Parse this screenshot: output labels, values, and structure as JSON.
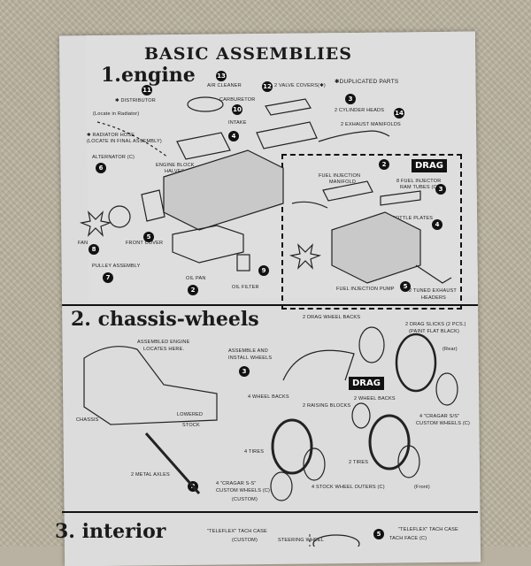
{
  "header": {
    "title": "BASIC ASSEMBLIES",
    "duplicated_note": "✱DUPLICATED PARTS"
  },
  "sections": {
    "engine": {
      "title": "1.engine"
    },
    "chassis": {
      "title": "2. chassis-wheels"
    },
    "interior": {
      "title": "3. interior"
    }
  },
  "engine": {
    "labels": {
      "air_cleaner": "AIR CLEANER",
      "valve_covers": "2 VALVE COVERS(✱)",
      "distributor": "✱ DISTRIBUTOR",
      "carburetor": "CARBURETOR",
      "cylinder_heads": "2 CYLINDER HEADS",
      "locate_in_radiator": "(Locate in Radiator)",
      "intake_manifold": "INTAKE",
      "exhaust_manifolds": "2 EXHAUST MANIFOLDS",
      "radiator_hose": "✱ RADIATOR HOSE",
      "radiator_hose_sub": "(LOCATE IN FINAL ASSEMBLY)",
      "alternator": "ALTERNATOR (C)",
      "engine_block": "ENGINE BLOCK",
      "engine_block_sub": "HALVES",
      "fan": "FAN",
      "front_cover": "FRONT COVER",
      "pulley_assembly": "PULLEY ASSEMBLY",
      "oil_pan": "OIL PAN",
      "oil_filter": "OIL FILTER"
    }
  },
  "drag": {
    "badge": "DRAG",
    "labels": {
      "fuel_injection_manifold": "FUEL INJECTION",
      "fuel_injection_manifold_sub": "MANIFOLD",
      "fuel_injector_tubes": "8 FUEL INJECTOR",
      "fuel_injector_tubes_sub": "RAM TUBES (C)",
      "throttle_plates": "2 THROTTLE PLATES",
      "fuel_injection_pump": "FUEL INJECTION PUMP",
      "tuned_exhaust": "2 TUNED EXHAUST",
      "tuned_exhaust_sub": "HEADERS"
    }
  },
  "chassis": {
    "labels": {
      "drag_wheel_backs": "2 DRAG WHEEL BACKS",
      "drag_slicks": "2 DRAG SLICKS (2 PCS.)",
      "drag_slicks_sub": "(PAINT FLAT BLACK)",
      "assembled_engine": "ASSEMBLED ENGINE",
      "assembled_engine_sub": "LOCATES HERE.",
      "assemble_wheels": "ASSEMBLE AND",
      "assemble_wheels_sub": "INSTALL WHEELS",
      "rear": "(Rear)",
      "wheel_backs": "4 WHEEL BACKS",
      "raising_blocks": "2 RAISING BLOCKS",
      "wheel_backs_2": "2 WHEEL BACKS",
      "lowered": "LOWERED",
      "stock": "STOCK",
      "chassis": "CHASSIS",
      "cragar_ss": "4 \"CRAGAR S/S\"",
      "custom_wheels": "CUSTOM WHEELS (C)",
      "tires": "4 TIRES",
      "tires_2": "2 TIRES",
      "metal_axles": "2 METAL AXLES",
      "cragar_ss_2": "4 \"CRAGAR S-S\"",
      "custom_wheels_2": "CUSTOM WHEELS (C)",
      "custom": "(CUSTOM)",
      "stock_wheel_outers": "4 STOCK WHEEL OUTERS (C)",
      "front": "(Front)"
    }
  },
  "interior": {
    "labels": {
      "teleflex_tach_case": "\"TELEFLEX\" TACH CASE",
      "custom": "(CUSTOM)",
      "steering_wheel": "STEERING WHEEL",
      "teleflex_tach_case_2": "\"TELEFLEX\" TACH CASE",
      "tach_face": "TACH FACE (C)"
    }
  },
  "callouts": {
    "n13": "13",
    "n12": "12",
    "n11": "11",
    "n10": "10",
    "n3a": "3",
    "n14": "14",
    "n4a": "4",
    "n6": "6",
    "n2a": "2",
    "n3b": "3",
    "n4b": "4",
    "n8": "8",
    "n5a": "5",
    "n7": "7",
    "n2b": "2",
    "n9": "9",
    "n5b": "5",
    "n3c": "3",
    "n2c": "2",
    "n5c": "5"
  }
}
